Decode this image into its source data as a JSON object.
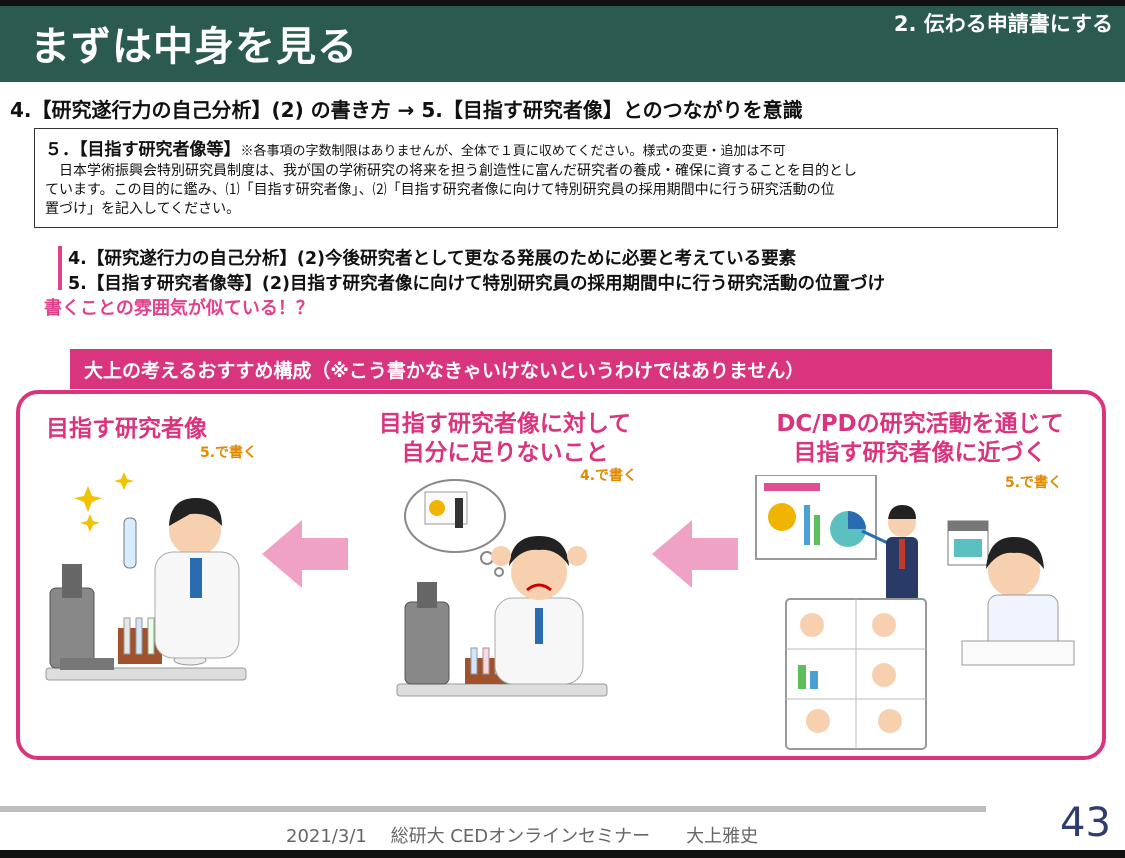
{
  "header": {
    "title": "まずは中身を見る",
    "section": "2. 伝わる申請書にする"
  },
  "subtitle": "4.【研究遂行力の自己分析】(2) の書き方 → 5.【目指す研究者像】とのつながりを意識",
  "note": {
    "heading": "５．【目指す研究者像等】",
    "heading_note": "※各事項の字数制限はありませんが、全体で１頁に収めてください。様式の変更・追加は不可",
    "body_line1": "　日本学術振興会特別研究員制度は、我が国の学術研究の将来を担う創造性に富んだ研究者の養成・確保に資することを目的とし",
    "body_line2": "ています。この目的に鑑み、⑴「目指す研究者像」、⑵「目指す研究者像に向けて特別研究員の採用期間中に行う研究活動の位",
    "body_line3": "置づけ」を記入してください。"
  },
  "items": {
    "item4": "4.【研究遂行力の自己分析】(2)今後研究者として更なる発展のために必要と考えている要素",
    "item5": "5.【目指す研究者像等】(2)目指す研究者像に向けて特別研究員の採用期間中に行う研究活動の位置づけ",
    "similar": "書くことの雰囲気が似ている！？"
  },
  "recommendation": {
    "banner": "大上の考えるおすすめ構成（※こう書かなきゃいけないというわけではありません）",
    "col1": {
      "line1": "目指す研究者像",
      "note": "5.で書く"
    },
    "col2": {
      "line1": "目指す研究者像に対して",
      "line2": "自分に足りないこと",
      "note": "4.で書く"
    },
    "col3": {
      "line1": "DC/PDの研究活動を通じて",
      "line2": "目指す研究者像に近づく",
      "note": "5.で書く"
    }
  },
  "footer": {
    "text": "2021/3/1　 総研大 CEDオンラインセミナー　　大上雅史",
    "page": "43"
  },
  "colors": {
    "header_bg": "#2b5a50",
    "accent_pink": "#d9357f",
    "note_orange": "#e08a00",
    "arrow_pink": "#f0a2c6"
  },
  "icons": {
    "scientist": "scientist-with-test-tube-icon",
    "worried": "worried-researcher-icon",
    "presentation": "presentation-and-online-meeting-icon",
    "arrow": "left-arrow-icon"
  }
}
